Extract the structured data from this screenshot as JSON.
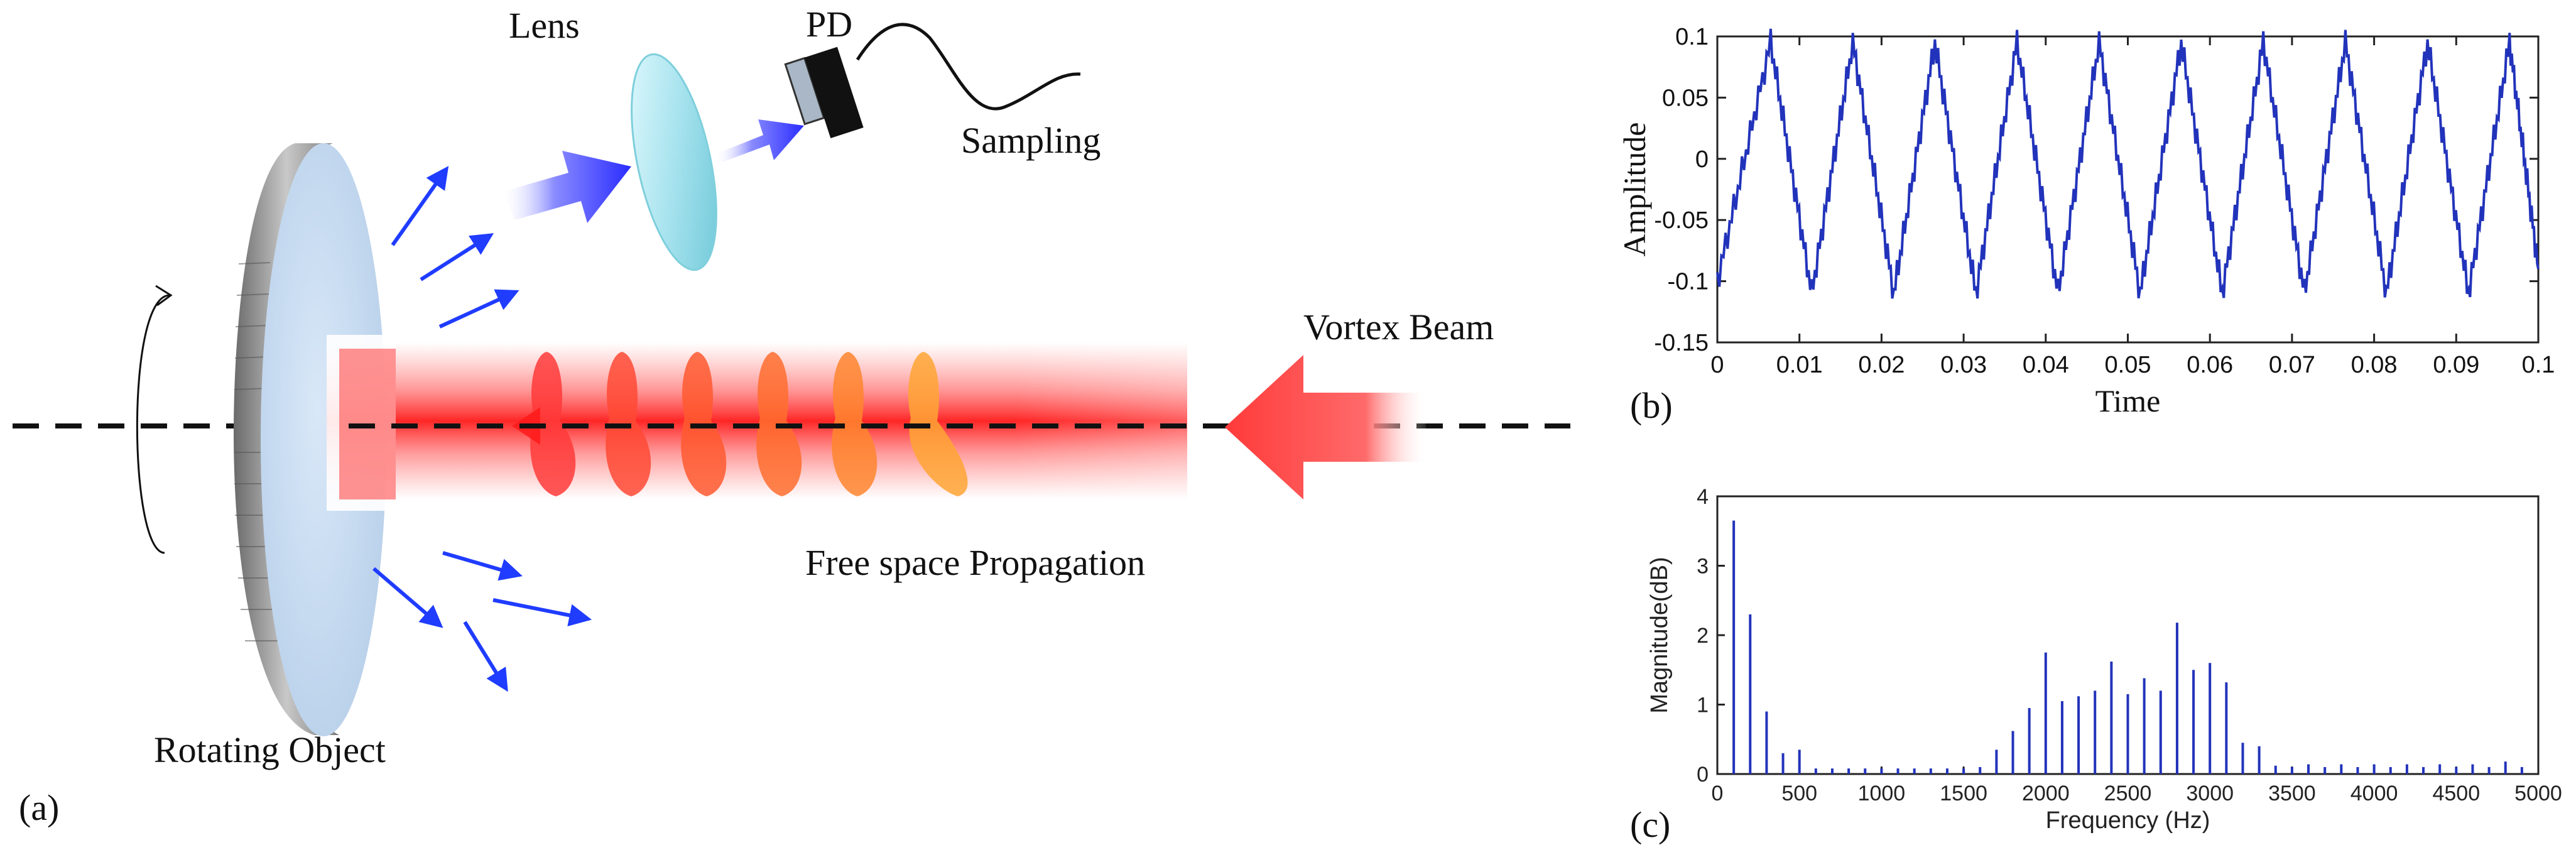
{
  "diagram": {
    "labels": {
      "lens": "Lens",
      "pd": "PD",
      "sampling": "Sampling",
      "vortex_beam": "Vortex Beam",
      "free_space": "Free space Propagation",
      "rotating_object": "Rotating Object",
      "panel_a": "(a)",
      "panel_b": "(b)",
      "panel_c": "(c)"
    },
    "colors": {
      "disk_face": "#c7dcf2",
      "disk_edge": "#8a8a8a",
      "beam_red": "#ff2a2a",
      "scatter_arrow": "#1f3cff",
      "lens_fill": "#aee6f0"
    }
  },
  "chart_data": [
    {
      "type": "line",
      "title": "",
      "xlabel": "Time",
      "ylabel": "Amplitude",
      "xlim": [
        0,
        0.1
      ],
      "ylim": [
        -0.15,
        0.1
      ],
      "xticks": [
        0,
        0.01,
        0.02,
        0.03,
        0.04,
        0.05,
        0.06,
        0.07,
        0.08,
        0.09,
        0.1
      ],
      "xtick_labels": [
        "0",
        "0.01",
        "0.02",
        "0.03",
        "0.04",
        "0.05",
        "0.06",
        "0.07",
        "0.08",
        "0.09",
        "0.1"
      ],
      "yticks": [
        -0.15,
        -0.1,
        -0.05,
        0,
        0.05,
        0.1
      ],
      "ytick_labels": [
        "-0.15",
        "-0.1",
        "-0.05",
        "0",
        "0.05",
        "0.1"
      ],
      "grid": false,
      "color": "#2233bb",
      "series": [
        {
          "x": [
            0,
            0.0065,
            0.0115,
            0.0165,
            0.0215,
            0.0265,
            0.0315,
            0.0365,
            0.0415,
            0.0465,
            0.0515,
            0.0565,
            0.0615,
            0.0665,
            0.0715,
            0.0765,
            0.0815,
            0.0865,
            0.0915,
            0.0965,
            0.1
          ],
          "y": [
            -0.1,
            0.095,
            -0.11,
            0.095,
            -0.11,
            0.095,
            -0.11,
            0.095,
            -0.11,
            0.095,
            -0.11,
            0.095,
            -0.11,
            0.095,
            -0.11,
            0.095,
            -0.11,
            0.095,
            -0.11,
            0.095,
            -0.09
          ]
        }
      ]
    },
    {
      "type": "bar",
      "title": "",
      "xlabel": "Frequency (Hz)",
      "ylabel": "Magnitude(dB)",
      "xlim": [
        0,
        5000
      ],
      "ylim": [
        0,
        4
      ],
      "xticks": [
        0,
        500,
        1000,
        1500,
        2000,
        2500,
        3000,
        3500,
        4000,
        4500,
        5000
      ],
      "xtick_labels": [
        "0",
        "500",
        "1000",
        "1500",
        "2000",
        "2500",
        "3000",
        "3500",
        "4000",
        "4500",
        "5000"
      ],
      "yticks": [
        0,
        1,
        2,
        3,
        4
      ],
      "ytick_labels": [
        "0",
        "1",
        "2",
        "3",
        "4"
      ],
      "grid": false,
      "color": "#2233bb",
      "series": [
        {
          "x": [
            100,
            200,
            300,
            400,
            500,
            600,
            700,
            800,
            900,
            1000,
            1100,
            1200,
            1300,
            1400,
            1500,
            1600,
            1700,
            1800,
            1900,
            2000,
            2100,
            2200,
            2300,
            2400,
            2500,
            2600,
            2700,
            2800,
            2900,
            3000,
            3100,
            3200,
            3300,
            3400,
            3500,
            3600,
            3700,
            3800,
            3900,
            4000,
            4100,
            4200,
            4300,
            4400,
            4500,
            4600,
            4700,
            4800,
            4900
          ],
          "y": [
            3.65,
            2.3,
            0.9,
            0.3,
            0.35,
            0.08,
            0.08,
            0.08,
            0.08,
            0.08,
            0.08,
            0.08,
            0.08,
            0.08,
            0.08,
            0.1,
            0.35,
            0.62,
            0.95,
            1.75,
            1.05,
            1.12,
            1.2,
            1.62,
            1.15,
            1.38,
            1.2,
            2.18,
            1.5,
            1.6,
            1.32,
            0.45,
            0.4,
            0.12,
            0.1,
            0.14,
            0.1,
            0.14,
            0.1,
            0.14,
            0.1,
            0.14,
            0.1,
            0.14,
            0.1,
            0.14,
            0.1,
            0.18,
            0.1
          ]
        }
      ]
    }
  ]
}
